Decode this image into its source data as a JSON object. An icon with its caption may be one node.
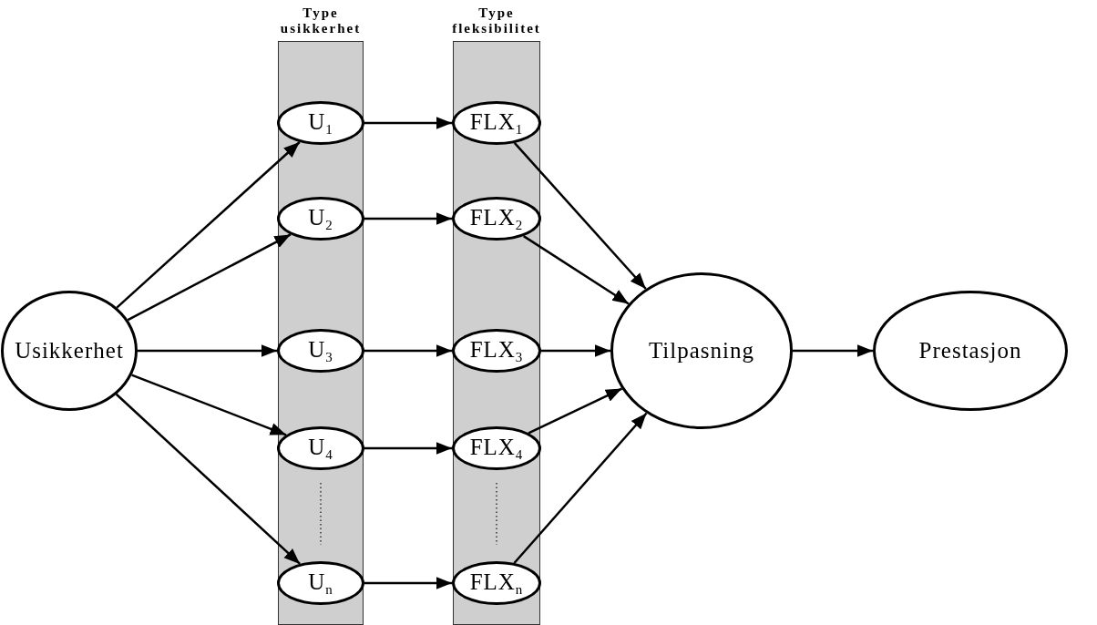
{
  "diagram": {
    "nodes": [
      {
        "text": [
          "Usikkerhet"
        ]
      },
      {
        "text": [
          "Type usikkerhet"
        ]
      },
      {
        "text": [
          "U$_{1}$"
        ],
        "in": 1
      },
      {
        "text": [
          "U$_{2}$"
        ],
        "in": 1
      },
      {
        "text": [
          "U$_{3}$"
        ],
        "in": 1
      },
      {
        "text": [
          "U$_{4}$"
        ],
        "in": 1
      },
      {
        "text": [
          "U$_{n}$"
        ],
        "in": 1
      },
      {
        "text": [
          "Type fleksibilitet"
        ]
      },
      {
        "text": [
          "FLX$_{1}$"
        ],
        "in": 7
      },
      {
        "text": [
          "FLX$_{2}$"
        ],
        "in": 7
      },
      {
        "text": [
          "FLX$_{3}$"
        ],
        "in": 7
      },
      {
        "text": [
          "FLX$_{4}$"
        ],
        "in": 7
      },
      {
        "text": [
          "FLX$_{n}$"
        ],
        "in": 7
      },
      {
        "text": [
          "Tilpasning"
        ]
      },
      {
        "text": [
          "Prestasjon"
        ]
      }
    ],
    "edges": [
      {
        "from": 0,
        "to": 2,
        "arrow": "to"
      },
      {
        "from": 0,
        "to": 3,
        "arrow": "to"
      },
      {
        "from": 0,
        "to": 4,
        "arrow": "to"
      },
      {
        "from": 0,
        "to": 5,
        "arrow": "to"
      },
      {
        "from": 0,
        "to": 6,
        "arrow": "to"
      },
      {
        "from": 2,
        "to": 8,
        "arrow": "to"
      },
      {
        "from": 3,
        "to": 9,
        "arrow": "to"
      },
      {
        "from": 4,
        "to": 10,
        "arrow": "to"
      },
      {
        "from": 5,
        "to": 11,
        "arrow": "to"
      },
      {
        "from": 6,
        "to": 12,
        "arrow": "to"
      },
      {
        "from": 8,
        "to": 13,
        "arrow": "to"
      },
      {
        "from": 9,
        "to": 13,
        "arrow": "to"
      },
      {
        "from": 10,
        "to": 13,
        "arrow": "to"
      },
      {
        "from": 11,
        "to": 13,
        "arrow": "to"
      },
      {
        "from": 12,
        "to": 13,
        "arrow": "to"
      },
      {
        "from": 13,
        "to": 14,
        "arrow": "to"
      }
    ]
  }
}
